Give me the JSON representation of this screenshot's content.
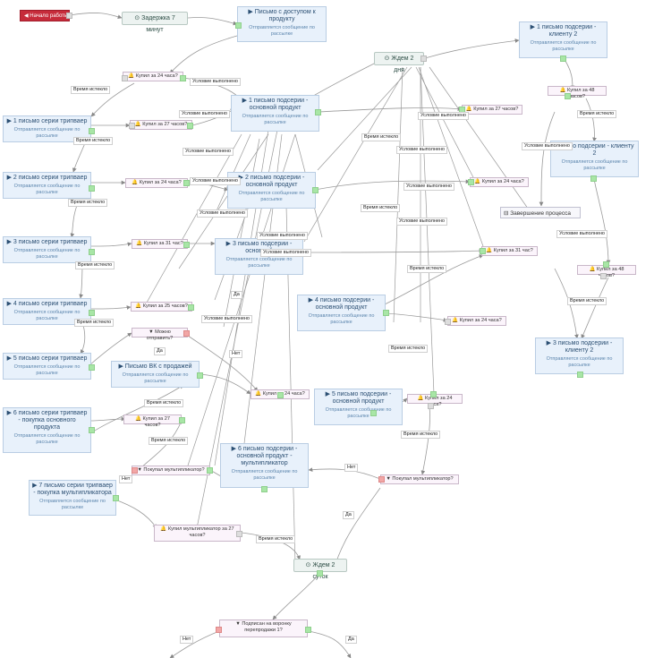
{
  "start": {
    "label": "◀ Начало работы"
  },
  "waits": {
    "w7min": "⊙ Задержка 7 минут",
    "w2d": "⊙ Ждем 2 дня",
    "w2s": "⊙ Ждем 2 суток"
  },
  "messages": {
    "m_access": {
      "title": "▶ Письмо с доступом к продукту",
      "sub": "Отправляется сообщение по рассылке"
    },
    "m_tw1": {
      "title": "▶ 1 письмо серии трипваер",
      "sub": "Отправляется сообщение по рассылке"
    },
    "m_tw2": {
      "title": "▶ 2 письмо серии трипваер",
      "sub": "Отправляется сообщение по рассылке"
    },
    "m_tw3": {
      "title": "▶ 3 письмо серии трипваер",
      "sub": "Отправляется сообщение по рассылке"
    },
    "m_tw4": {
      "title": "▶ 4 письмо серии трипваер",
      "sub": "Отправляется сообщение по рассылке"
    },
    "m_tw5": {
      "title": "▶ 5 письмо серии трипваер",
      "sub": "Отправляется сообщение по рассылке"
    },
    "m_tw6": {
      "title": "▶ 6 письмо серии трипваер - покупка основного продукта",
      "sub": "Отправляется сообщение по рассылке"
    },
    "m_tw7": {
      "title": "▶ 7 письмо серии трипваер - покупка мультипликатора",
      "sub": "Отправляется сообщение по рассылке"
    },
    "m_vk": {
      "title": "▶ Письмо ВК с продажей",
      "sub": "Отправляется сообщение по рассылке"
    },
    "m_main1": {
      "title": "▶ 1 письмо подсерии - основной продукт",
      "sub": "Отправляется сообщение по рассылке"
    },
    "m_main2": {
      "title": "▶ 2 письмо подсерии - основной продукт",
      "sub": "Отправляется сообщение по рассылке"
    },
    "m_main3": {
      "title": "▶ 3 письмо подсерии - основной",
      "sub": "Отправляется сообщение по рассылке"
    },
    "m_main4": {
      "title": "▶ 4 письмо подсерии - основной продукт",
      "sub": "Отправляется сообщение по рассылке"
    },
    "m_main5": {
      "title": "▶ 5 письмо подсерии - основной продукт",
      "sub": "Отправляется сообщение по рассылке"
    },
    "m_main6": {
      "title": "▶ 6 письмо подсерии - основной продукт - мультипликатор",
      "sub": "Отправляется сообщение по рассылке"
    },
    "m_cl1": {
      "title": "▶ 1 письмо подсерии - клиенту 2",
      "sub": "Отправляется сообщение по рассылке"
    },
    "m_cl2": {
      "title": "письмо подсерии - клиенту 2",
      "sub": "Отправляется сообщение по рассылке"
    },
    "m_cl3": {
      "title": "▶ 3 письмо подсерии - клиенту 2",
      "sub": "Отправляется сообщение по рассылке"
    }
  },
  "conditions": {
    "c_24h_a": "🔔 Купил за 24 часа?",
    "c_27h_a": "🔔 Купил за 27 часов?",
    "c_24h_b": "🔔 Купил за 24 часа?",
    "c_31h_a": "🔔 Купил за 31 час?",
    "c_25h": "🔔 Купил за 25 часов?",
    "c_can_send": "▼ Можно отправить?",
    "c_24h_c": "🔔 Купил за 24 часа?",
    "c_27h_b": "🔔 Купил за 27 часов?",
    "c_mult_a": "▼ Покупал мультипликатор?",
    "c_mult_27": "🔔 Купил мультипликатор за 27 часов?",
    "c_27h_c": "🔔 Купил за 27 часов?",
    "c_24h_d": "🔔 Купил за 24 часа?",
    "c_31h_b": "🔔 Купил за 31 час?",
    "c_24h_e": "🔔 Купил за 24 часа?",
    "c_24h_f": "🔔 Купил за 24 часа?",
    "c_mult_b": "▼ Покупал мультипликатор?",
    "c_48h_a": "🔔 Купил за 48 часов?",
    "c_48h_b": "🔔 Купил за 48 часов?",
    "c_subscribed": "▼ Подписан на воронку перепродажи 1?"
  },
  "finish": "⊟ Завершение процесса",
  "edge_labels": {
    "expired": "Время истекло",
    "met": "Условие выполнено",
    "yes": "Да",
    "no": "Нет"
  }
}
